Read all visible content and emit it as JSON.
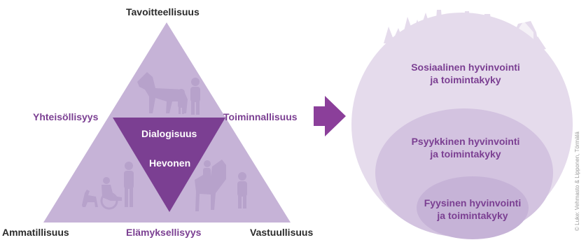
{
  "triangle": {
    "top_label": "Tavoitteellisuus",
    "left_label": "Yhteisöllisyys",
    "right_label": "Toiminnallisuus",
    "bottom_left_label": "Ammatillisuus",
    "bottom_center_label": "Elämyksellisyys",
    "bottom_right_label": "Vastuullisuus",
    "inner_top_label": "Dialogisuus",
    "inner_center_label": "Hevonen"
  },
  "circles": {
    "outer_line1": "Sosiaalinen hyvinvointi",
    "outer_line2": "ja toimintakyky",
    "middle_line1": "Psyykkinen hyvinvointi",
    "middle_line2": "ja toimintakyky",
    "inner_line1": "Fyysinen hyvinvointi",
    "inner_line2": "ja toimintakyky"
  },
  "credit": "© Luke: Vehmasto & Lipponen, Törmälä",
  "colors": {
    "pale": "#e5dbec",
    "mid": "#d3c3e0",
    "light_tri": "#c6b3d7",
    "dark_purple": "#7b3f92",
    "arrow": "#8b3f9a",
    "text_dark": "#2b2b2b",
    "silhouette": "#b7a2cb"
  }
}
